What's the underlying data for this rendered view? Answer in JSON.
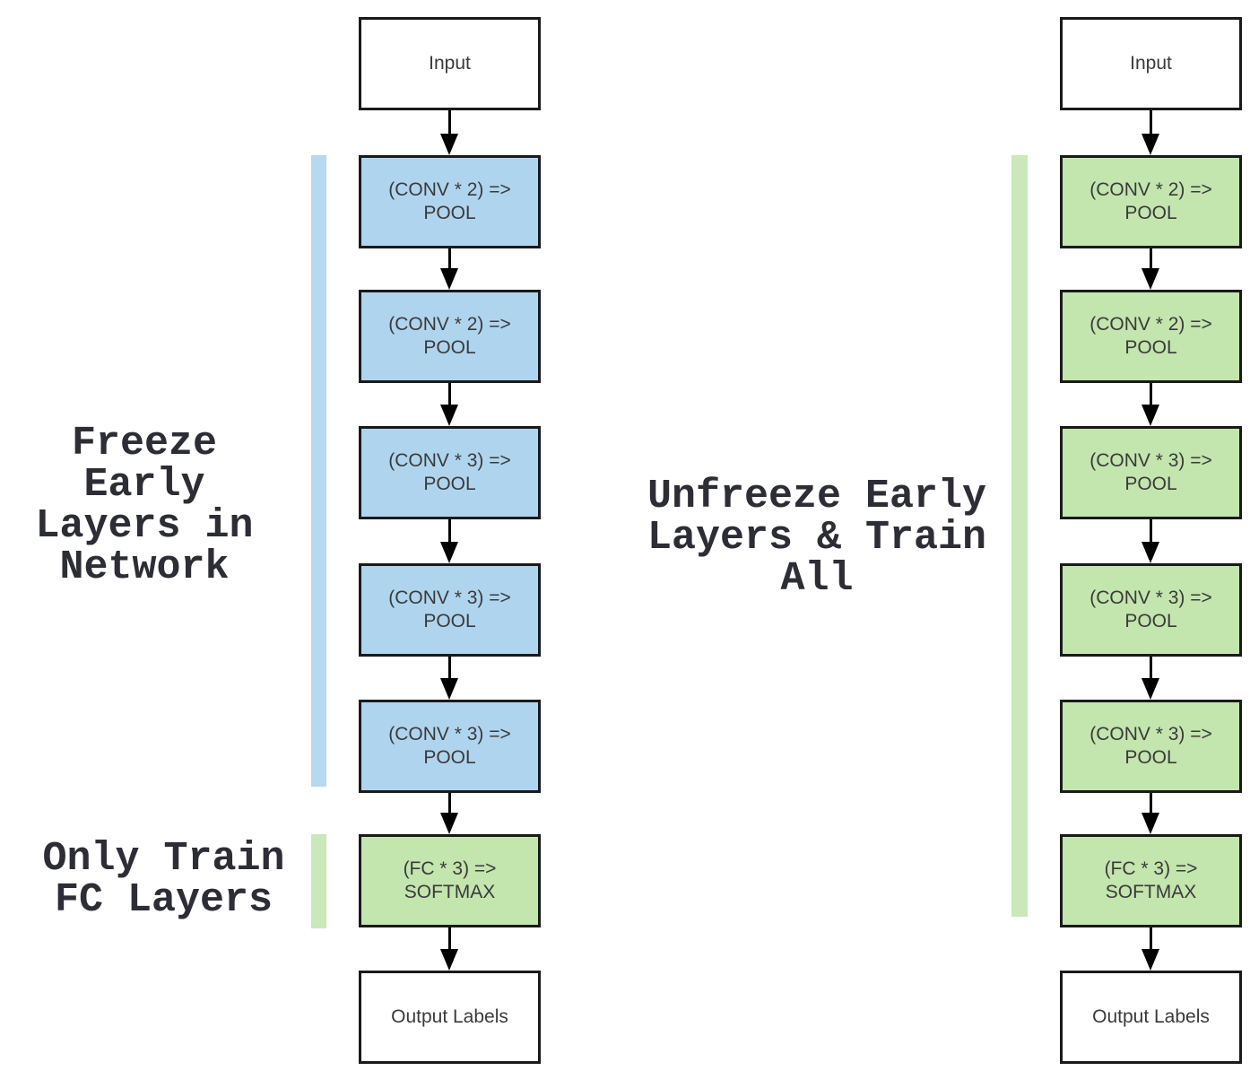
{
  "colors": {
    "background": "#ffffff",
    "box_blue": "#afd5ee",
    "bar_blue": "#b7d8f1",
    "box_green": "#c3e5ae",
    "bar_green": "#cae8ba",
    "box_border": "#1a1a1a",
    "box_text": "#3a3a3a",
    "label_text": "#2d2d36",
    "arrow": "#000000"
  },
  "left_pipeline": {
    "annotation_frozen": "Freeze Early\nLayers in\nNetwork",
    "annotation_train": "Only Train\nFC Layers",
    "nodes": [
      {
        "label": "Input",
        "style": "plain"
      },
      {
        "label": "(CONV * 2) =>\nPOOL",
        "style": "frozen-blue"
      },
      {
        "label": "(CONV * 2) =>\nPOOL",
        "style": "frozen-blue"
      },
      {
        "label": "(CONV * 3) =>\nPOOL",
        "style": "frozen-blue"
      },
      {
        "label": "(CONV * 3) =>\nPOOL",
        "style": "frozen-blue"
      },
      {
        "label": "(CONV * 3) =>\nPOOL",
        "style": "frozen-blue"
      },
      {
        "label": "(FC * 3) =>\nSOFTMAX",
        "style": "trainable-green"
      },
      {
        "label": "Output Labels",
        "style": "plain"
      }
    ]
  },
  "right_pipeline": {
    "annotation_train": "Unfreeze Early\nLayers & Train\nAll",
    "nodes": [
      {
        "label": "Input",
        "style": "plain"
      },
      {
        "label": "(CONV * 2) =>\nPOOL",
        "style": "trainable-green"
      },
      {
        "label": "(CONV * 2) =>\nPOOL",
        "style": "trainable-green"
      },
      {
        "label": "(CONV * 3) =>\nPOOL",
        "style": "trainable-green"
      },
      {
        "label": "(CONV * 3) =>\nPOOL",
        "style": "trainable-green"
      },
      {
        "label": "(CONV * 3) =>\nPOOL",
        "style": "trainable-green"
      },
      {
        "label": "(FC * 3) =>\nSOFTMAX",
        "style": "trainable-green"
      },
      {
        "label": "Output Labels",
        "style": "plain"
      }
    ]
  }
}
